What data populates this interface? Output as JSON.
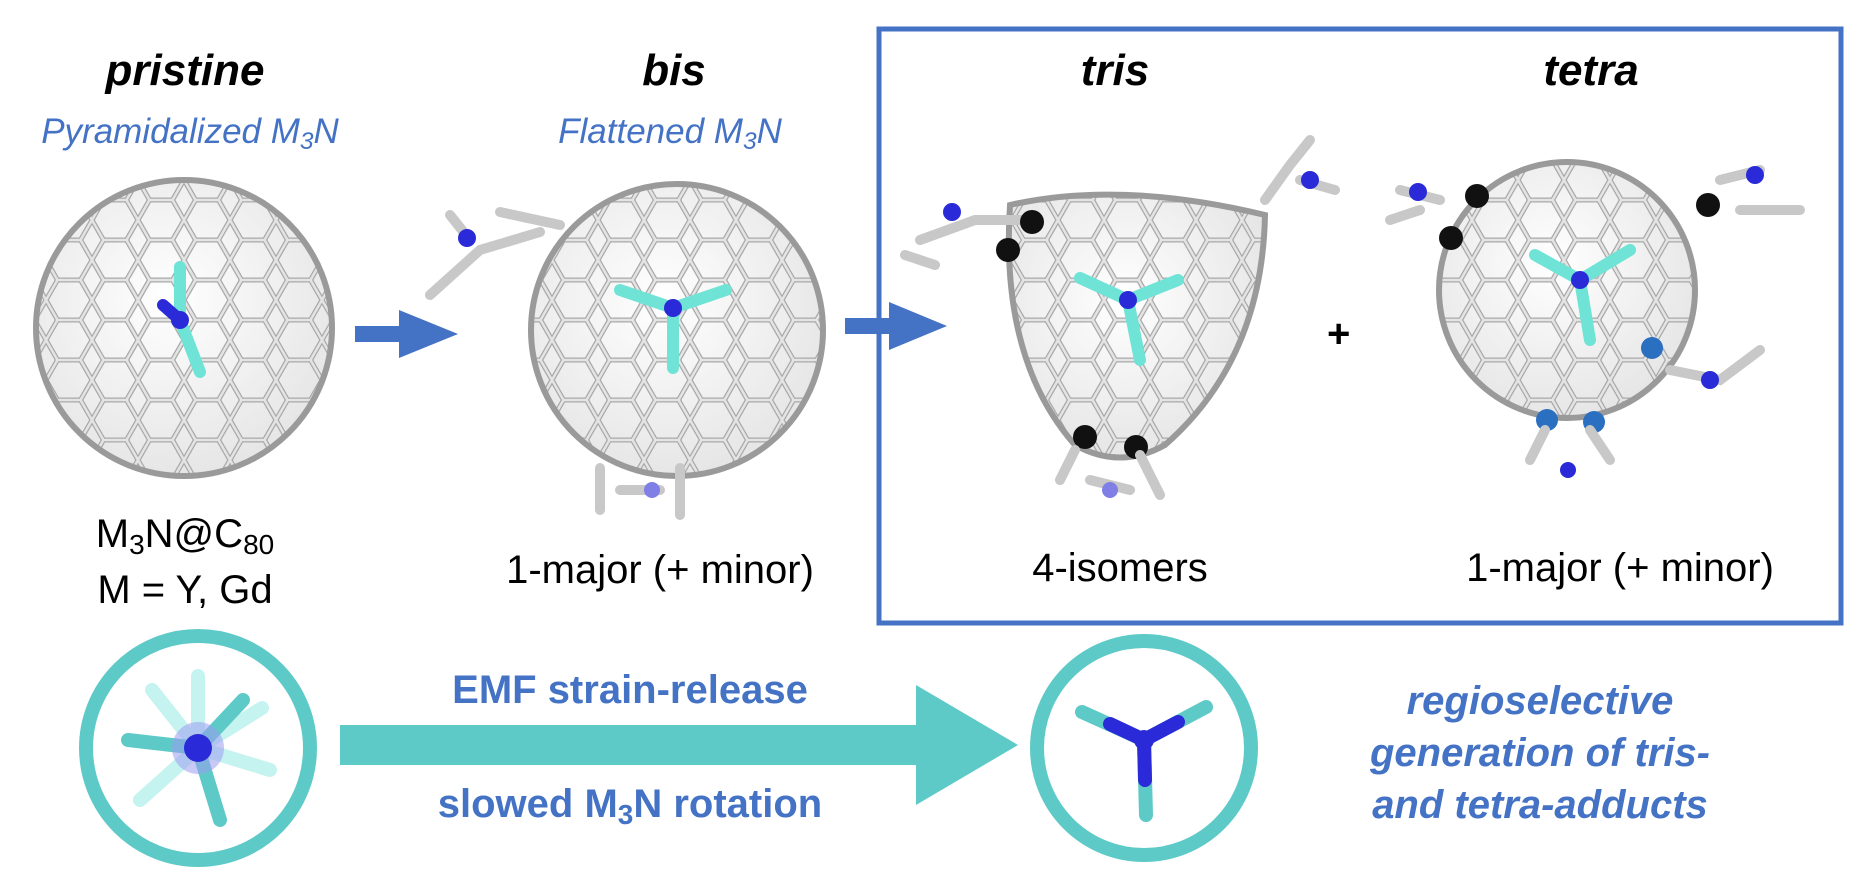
{
  "stages": {
    "pristine": {
      "title": "pristine",
      "subtitle_prefix": "Pyramidalized M",
      "subtitle_sub": "3",
      "subtitle_suffix": "N"
    },
    "bis": {
      "title": "bis",
      "subtitle_prefix": "Flattened M",
      "subtitle_sub": "3",
      "subtitle_suffix": "N",
      "caption": "1-major (+ minor)"
    },
    "tris": {
      "title": "tris",
      "caption": "4-isomers"
    },
    "tetra": {
      "title": "tetra",
      "caption": "1-major (+ minor)"
    },
    "plus": "+"
  },
  "pristine_formula": {
    "line1_a": "M",
    "line1_sub": "3",
    "line1_b": "N@C",
    "line1_sub2": "80",
    "line2": "M = Y, Gd"
  },
  "bottom": {
    "arrow_top_label": "EMF strain-release",
    "arrow_bottom_prefix": "slowed M",
    "arrow_bottom_sub": "3",
    "arrow_bottom_suffix": "N rotation",
    "note_line1": "regioselective",
    "note_line2": "generation of tris-",
    "note_line3": "and tetra-adducts"
  },
  "colors": {
    "accent_blue": "#4472c4",
    "teal": "#5ecac8",
    "cage_grey": "#c8c8c8",
    "nitrogen_blue": "#2a2ad8",
    "metal_cyan": "#6fe3d6"
  }
}
